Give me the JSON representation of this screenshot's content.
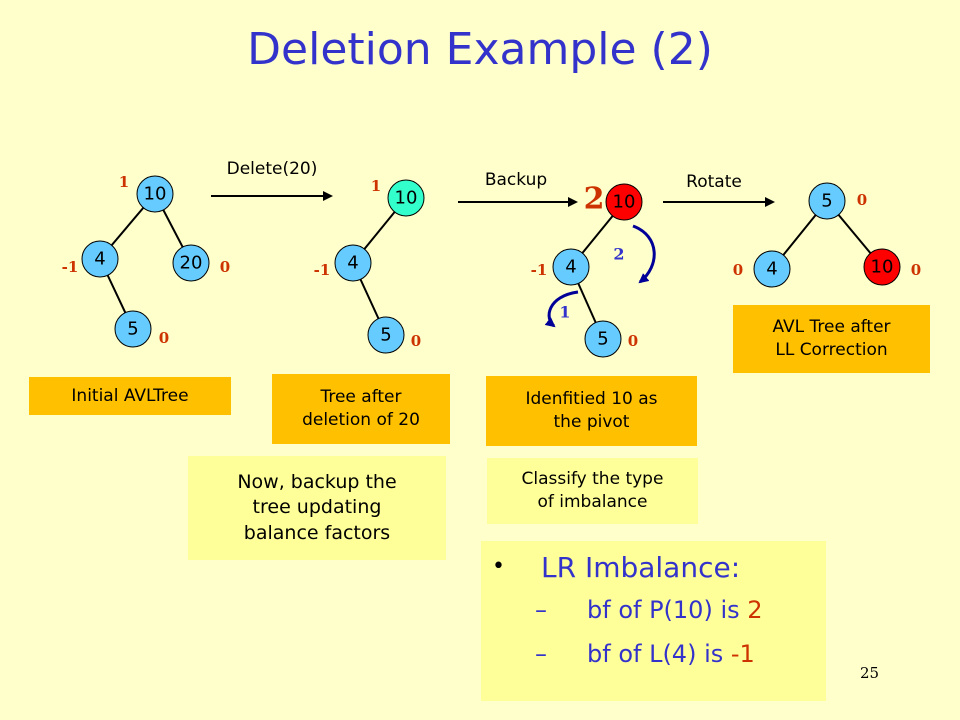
{
  "slide": {
    "title": "Deletion Example (2)",
    "page_number": "25"
  },
  "steps": {
    "delete": "Delete(20)",
    "backup": "Backup",
    "rotate": "Rotate"
  },
  "tree1": {
    "nodes": {
      "n10": "10",
      "n4": "4",
      "n20": "20",
      "n5": "5"
    },
    "bf": {
      "n10": "1",
      "n4": "-1",
      "n20": "0",
      "n5": "0"
    },
    "caption": "Initial AVLTree"
  },
  "tree2": {
    "nodes": {
      "n10": "10",
      "n4": "4",
      "n5": "5"
    },
    "bf": {
      "n10": "1",
      "n4": "-1",
      "n5": "0"
    },
    "caption": "Tree after\ndeletion of 20"
  },
  "tree3": {
    "nodes": {
      "n10": "10",
      "n4": "4",
      "n5": "5"
    },
    "bf": {
      "n10": "2",
      "n4": "-1",
      "n5": "0"
    },
    "height_labels": {
      "right_arc": "2",
      "left_arc": "1"
    },
    "caption": "Idenfitied 10 as\nthe pivot"
  },
  "tree4": {
    "nodes": {
      "n5": "5",
      "n4": "4",
      "n10": "10"
    },
    "bf": {
      "n5": "0",
      "n4": "0",
      "n10": "0"
    },
    "caption": "AVL Tree after\nLL Correction"
  },
  "notes": {
    "backup_note": "Now, backup the\ntree updating\nbalance factors",
    "classify_note": "Classify the type\nof imbalance"
  },
  "lr": {
    "bullet": "•",
    "heading": "LR Imbalance:",
    "line1_dash": "–",
    "line1_prefix": "bf of P(10) is ",
    "line1_value": "2",
    "line2_dash": "–",
    "line2_prefix": "bf of L(4) is ",
    "line2_value": "-1"
  },
  "colors": {
    "node_default": "#66ccff",
    "node_cyan": "#33ffcc",
    "node_red": "#ff0000",
    "title": "#3333cc",
    "balance_factor": "#cc3300",
    "orange_box": "#ffc000",
    "background": "#ffffcc"
  }
}
